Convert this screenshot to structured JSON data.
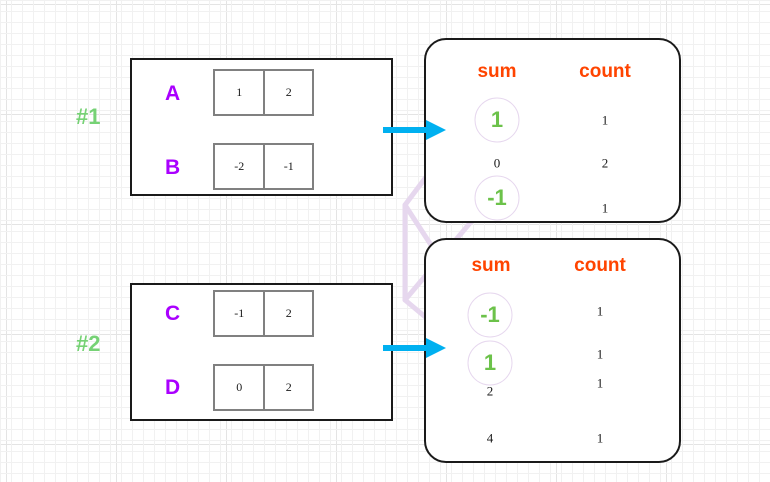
{
  "diagram": {
    "title": "shuffle-aggregation-diagram",
    "colors": {
      "group_label": "#76d275",
      "row_label": "#aa00ff",
      "header": "#ff4400",
      "highlight": "#6cc24a",
      "arrow": "#00b0f0",
      "link": "#e6d7ee",
      "box_border": "#1a1a1a",
      "cell_border": "#808080",
      "grid": "#e4e4e4"
    }
  },
  "groups": [
    {
      "label": "#1",
      "rows": [
        {
          "name": "A",
          "cells": [
            "1",
            "2"
          ]
        },
        {
          "name": "B",
          "cells": [
            "-2",
            "-1"
          ]
        }
      ]
    },
    {
      "label": "#2",
      "rows": [
        {
          "name": "C",
          "cells": [
            "-1",
            "2"
          ]
        },
        {
          "name": "D",
          "cells": [
            "0",
            "2"
          ]
        }
      ]
    }
  ],
  "agg_tables": [
    {
      "name": "agg-table-1",
      "headers": {
        "sum": "sum",
        "count": "count"
      },
      "rows": [
        {
          "sum": "1",
          "count": "1",
          "highlight": true
        },
        {
          "sum": "0",
          "count": "2",
          "highlight": false
        },
        {
          "sum": "-1",
          "count": "1",
          "highlight": true
        }
      ]
    },
    {
      "name": "agg-table-2",
      "headers": {
        "sum": "sum",
        "count": "count"
      },
      "rows": [
        {
          "sum": "-1",
          "count": "1",
          "highlight": true
        },
        {
          "sum": "1",
          "count": "1",
          "highlight": true
        },
        {
          "sum": "2",
          "count": "1",
          "highlight": false
        },
        {
          "sum": "4",
          "count": "1",
          "highlight": false
        }
      ]
    }
  ],
  "arrows": [
    {
      "name": "arrow-group-1-to-table-1"
    },
    {
      "name": "arrow-group-2-to-table-2"
    }
  ]
}
